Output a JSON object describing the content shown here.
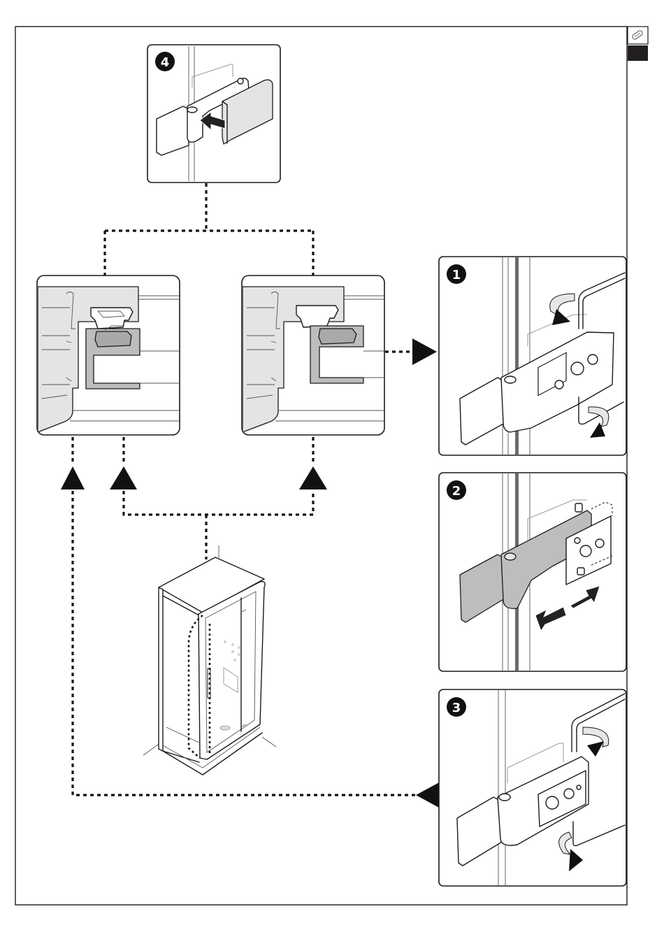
{
  "document": {
    "type": "assembly-instructions",
    "subject": "shower cabin door hinge adjustment",
    "header_tab": {
      "icon": "tool-icon",
      "marker_color": "#231f20"
    },
    "colors": {
      "ink": "#1a1a1a",
      "light_grey": "#e4e4e4",
      "mid_grey": "#bdbdbd"
    }
  },
  "steps": [
    {
      "number": "1",
      "description_icon": "hinge-loosen-screws-allen-key",
      "label": "1"
    },
    {
      "number": "2",
      "description_icon": "hinge-slide-adjust",
      "label": "2"
    },
    {
      "number": "3",
      "description_icon": "hinge-tighten-screws-allen-key",
      "label": "3"
    },
    {
      "number": "4",
      "description_icon": "hinge-cover-cap-fit",
      "label": "4"
    }
  ],
  "details": [
    {
      "name": "profile-section-left",
      "state": "seal-engaged"
    },
    {
      "name": "profile-section-right",
      "state": "seal-offset"
    }
  ],
  "overview": {
    "name": "shower-cabin-overview",
    "view": "isometric"
  }
}
